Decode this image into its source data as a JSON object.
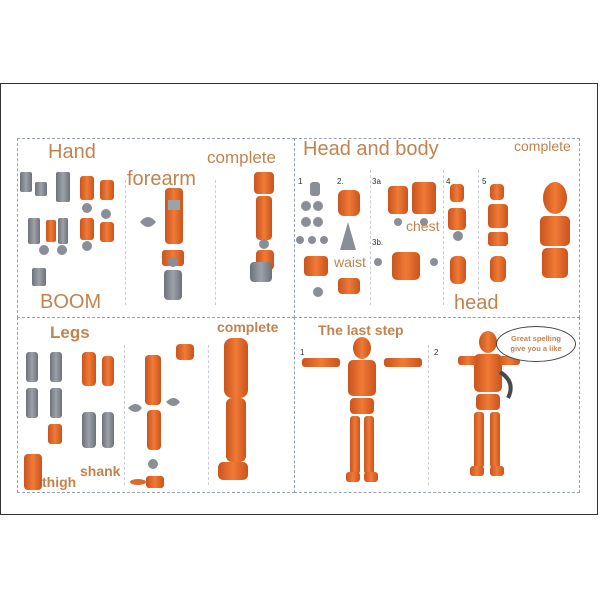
{
  "colors": {
    "orange": "#e0682b",
    "gray": "#8a8e96",
    "label": "#c2834f"
  },
  "labels": {
    "hand": "Hand",
    "forearm": "forearm",
    "complete_top_left": "complete",
    "boom": "BOOM",
    "head_and_body": "Head and body",
    "complete_top_right": "complete",
    "waist": "waist",
    "chest": "chest",
    "head": "head",
    "legs": "Legs",
    "complete_bottom_left": "complete",
    "thigh": "thigh",
    "shank": "shank",
    "the_last_step": "The last step"
  },
  "steps": {
    "s1": "1",
    "s2": "2.",
    "s3a": "3a",
    "s3b": "3b.",
    "s4": "4",
    "s5": "5",
    "last1": "1",
    "last2": "2"
  },
  "bubble": {
    "line1": "Great spelling",
    "line2": "give you a like"
  }
}
